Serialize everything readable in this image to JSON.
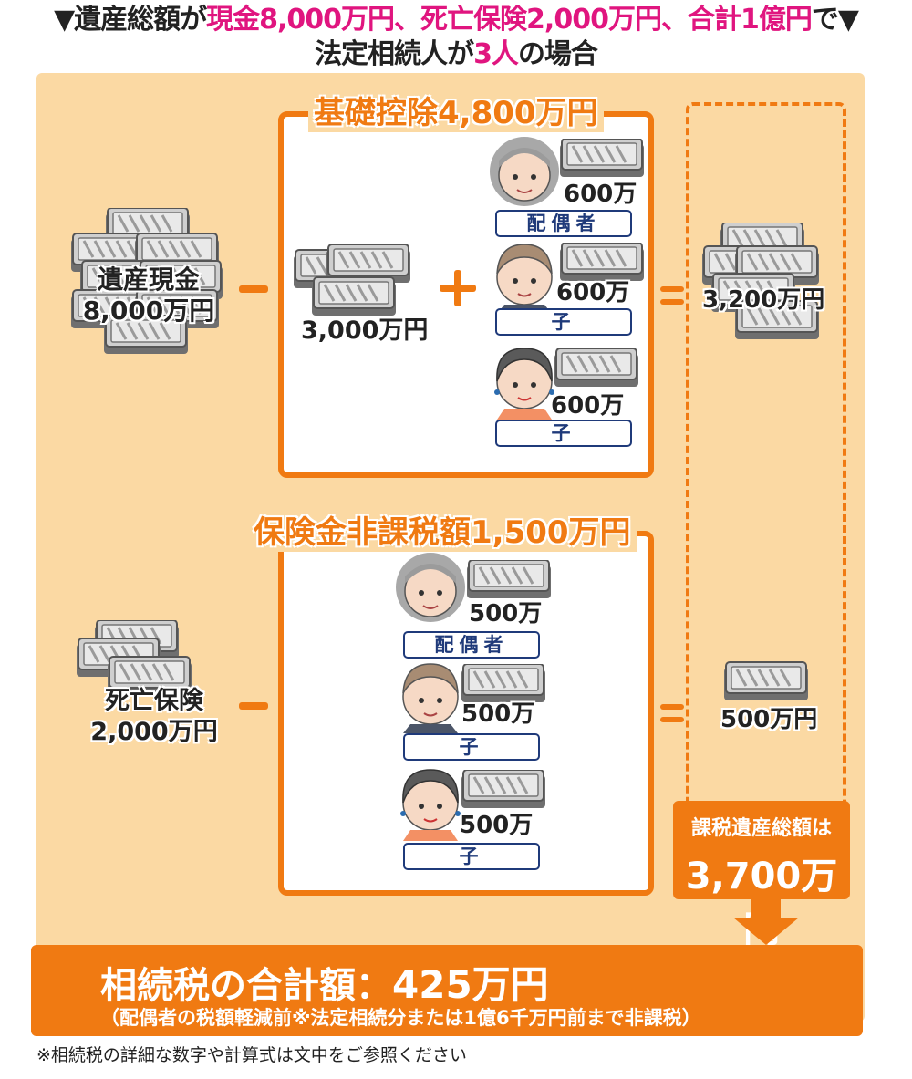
{
  "header": {
    "line1_prefix": "▼遺産総額が",
    "line1_hl1": "現金8,000万円、死亡保険2,000万円、合計1億円",
    "line1_suffix": "で▼",
    "line2_prefix": "法定相続人が",
    "line2_hl": "3人",
    "line2_suffix": "の場合"
  },
  "cash": {
    "label_line1": "遺産現金",
    "label_line2": "8,000万円"
  },
  "insurance": {
    "label_line1": "死亡保険",
    "label_line2": "2,000万円"
  },
  "basic_deduction": {
    "title": "基礎控除4,800万円",
    "base_amount": "3,000万円",
    "heirs": [
      {
        "role": "配偶者",
        "amount": "600万"
      },
      {
        "role": "子",
        "amount": "600万"
      },
      {
        "role": "子",
        "amount": "600万"
      }
    ],
    "result": "3,200万円"
  },
  "insurance_exemption": {
    "title": "保険金非課税額1,500万円",
    "heirs": [
      {
        "role": "配偶者",
        "amount": "500万"
      },
      {
        "role": "子",
        "amount": "500万"
      },
      {
        "role": "子",
        "amount": "500万"
      }
    ],
    "result": "500万円"
  },
  "taxable_total": {
    "line1": "課税遺産総額は",
    "line2": "3,700万円"
  },
  "total_tax": {
    "label": "相続税の合計額：",
    "value": "425万円",
    "note": "（配偶者の税額軽減前※法定相続分または1億6千万円前まで非課税）"
  },
  "footnote": "※相続税の詳細な数字や計算式は文中をご参照ください",
  "colors": {
    "accent": "#f07a12",
    "panel": "#fbd9a3",
    "highlight": "#e0157f",
    "tag_border": "#1f3a7a"
  }
}
